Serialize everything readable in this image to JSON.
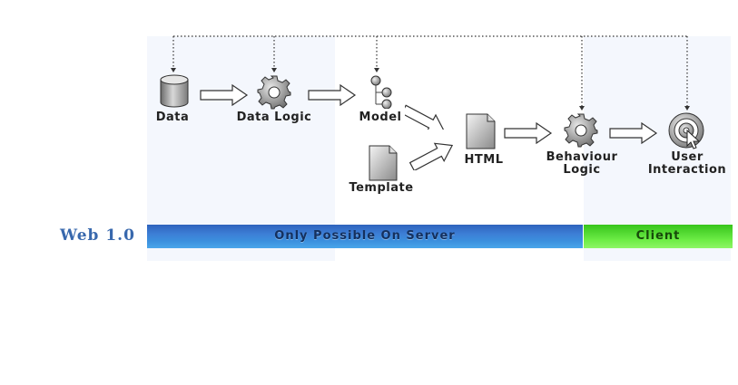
{
  "nodes": {
    "data": "Data",
    "data_logic": "Data Logic",
    "model": "Model",
    "template": "Template",
    "html": "HTML",
    "behaviour_logic_1": "Behaviour",
    "behaviour_logic_2": "Logic",
    "user_interaction_1": "User",
    "user_interaction_2": "Interaction"
  },
  "bars": {
    "server": "Only Possible On Server",
    "client": "Client"
  },
  "era_label": "Web 1.0",
  "colors": {
    "zone_tint": "#f4f7fd",
    "server_bar": "#3b82d8",
    "client_bar": "#5fe23c",
    "era_text": "#3868ad"
  }
}
